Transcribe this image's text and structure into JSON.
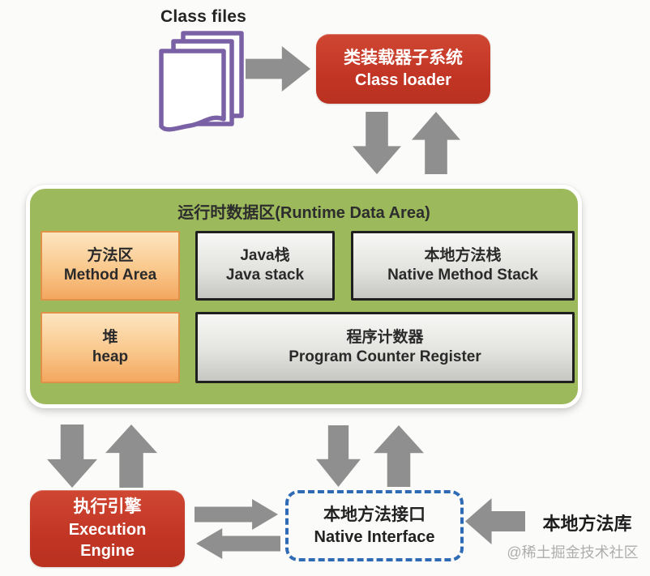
{
  "colors": {
    "node_red": "#c23524",
    "runtime_green": "#9cb95c",
    "orange_top": "#fde5c0",
    "orange_bottom": "#f3a75f",
    "orange_border": "#e09148",
    "gray_box_top": "#f7f7f5",
    "gray_box_bottom": "#c6c6c2",
    "arrow_gray": "#8f8f8f",
    "dashed_blue": "#2f6bb5",
    "doc_purple": "#7a61a6",
    "watermark_gray": "#aeaeae"
  },
  "top": {
    "class_files_label": "Class files",
    "class_loader": {
      "zh": "类装载器子系统",
      "en": "Class loader"
    }
  },
  "runtime_area": {
    "title": "运行时数据区(Runtime Data Area)",
    "method_area": {
      "zh": "方法区",
      "en": "Method Area"
    },
    "java_stack": {
      "zh": "Java栈",
      "en": "Java stack"
    },
    "native_method_stack": {
      "zh": "本地方法栈",
      "en": "Native Method Stack"
    },
    "heap": {
      "zh": "堆",
      "en": "heap"
    },
    "program_counter": {
      "zh": "程序计数器",
      "en": "Program Counter Register"
    }
  },
  "bottom": {
    "execution_engine": {
      "zh": "执行引擎",
      "en_line1": "Execution",
      "en_line2": "Engine"
    },
    "native_interface": {
      "zh": "本地方法接口",
      "en": "Native Interface"
    },
    "native_library_label": "本地方法库"
  },
  "watermark": "@稀土掘金技术社区"
}
